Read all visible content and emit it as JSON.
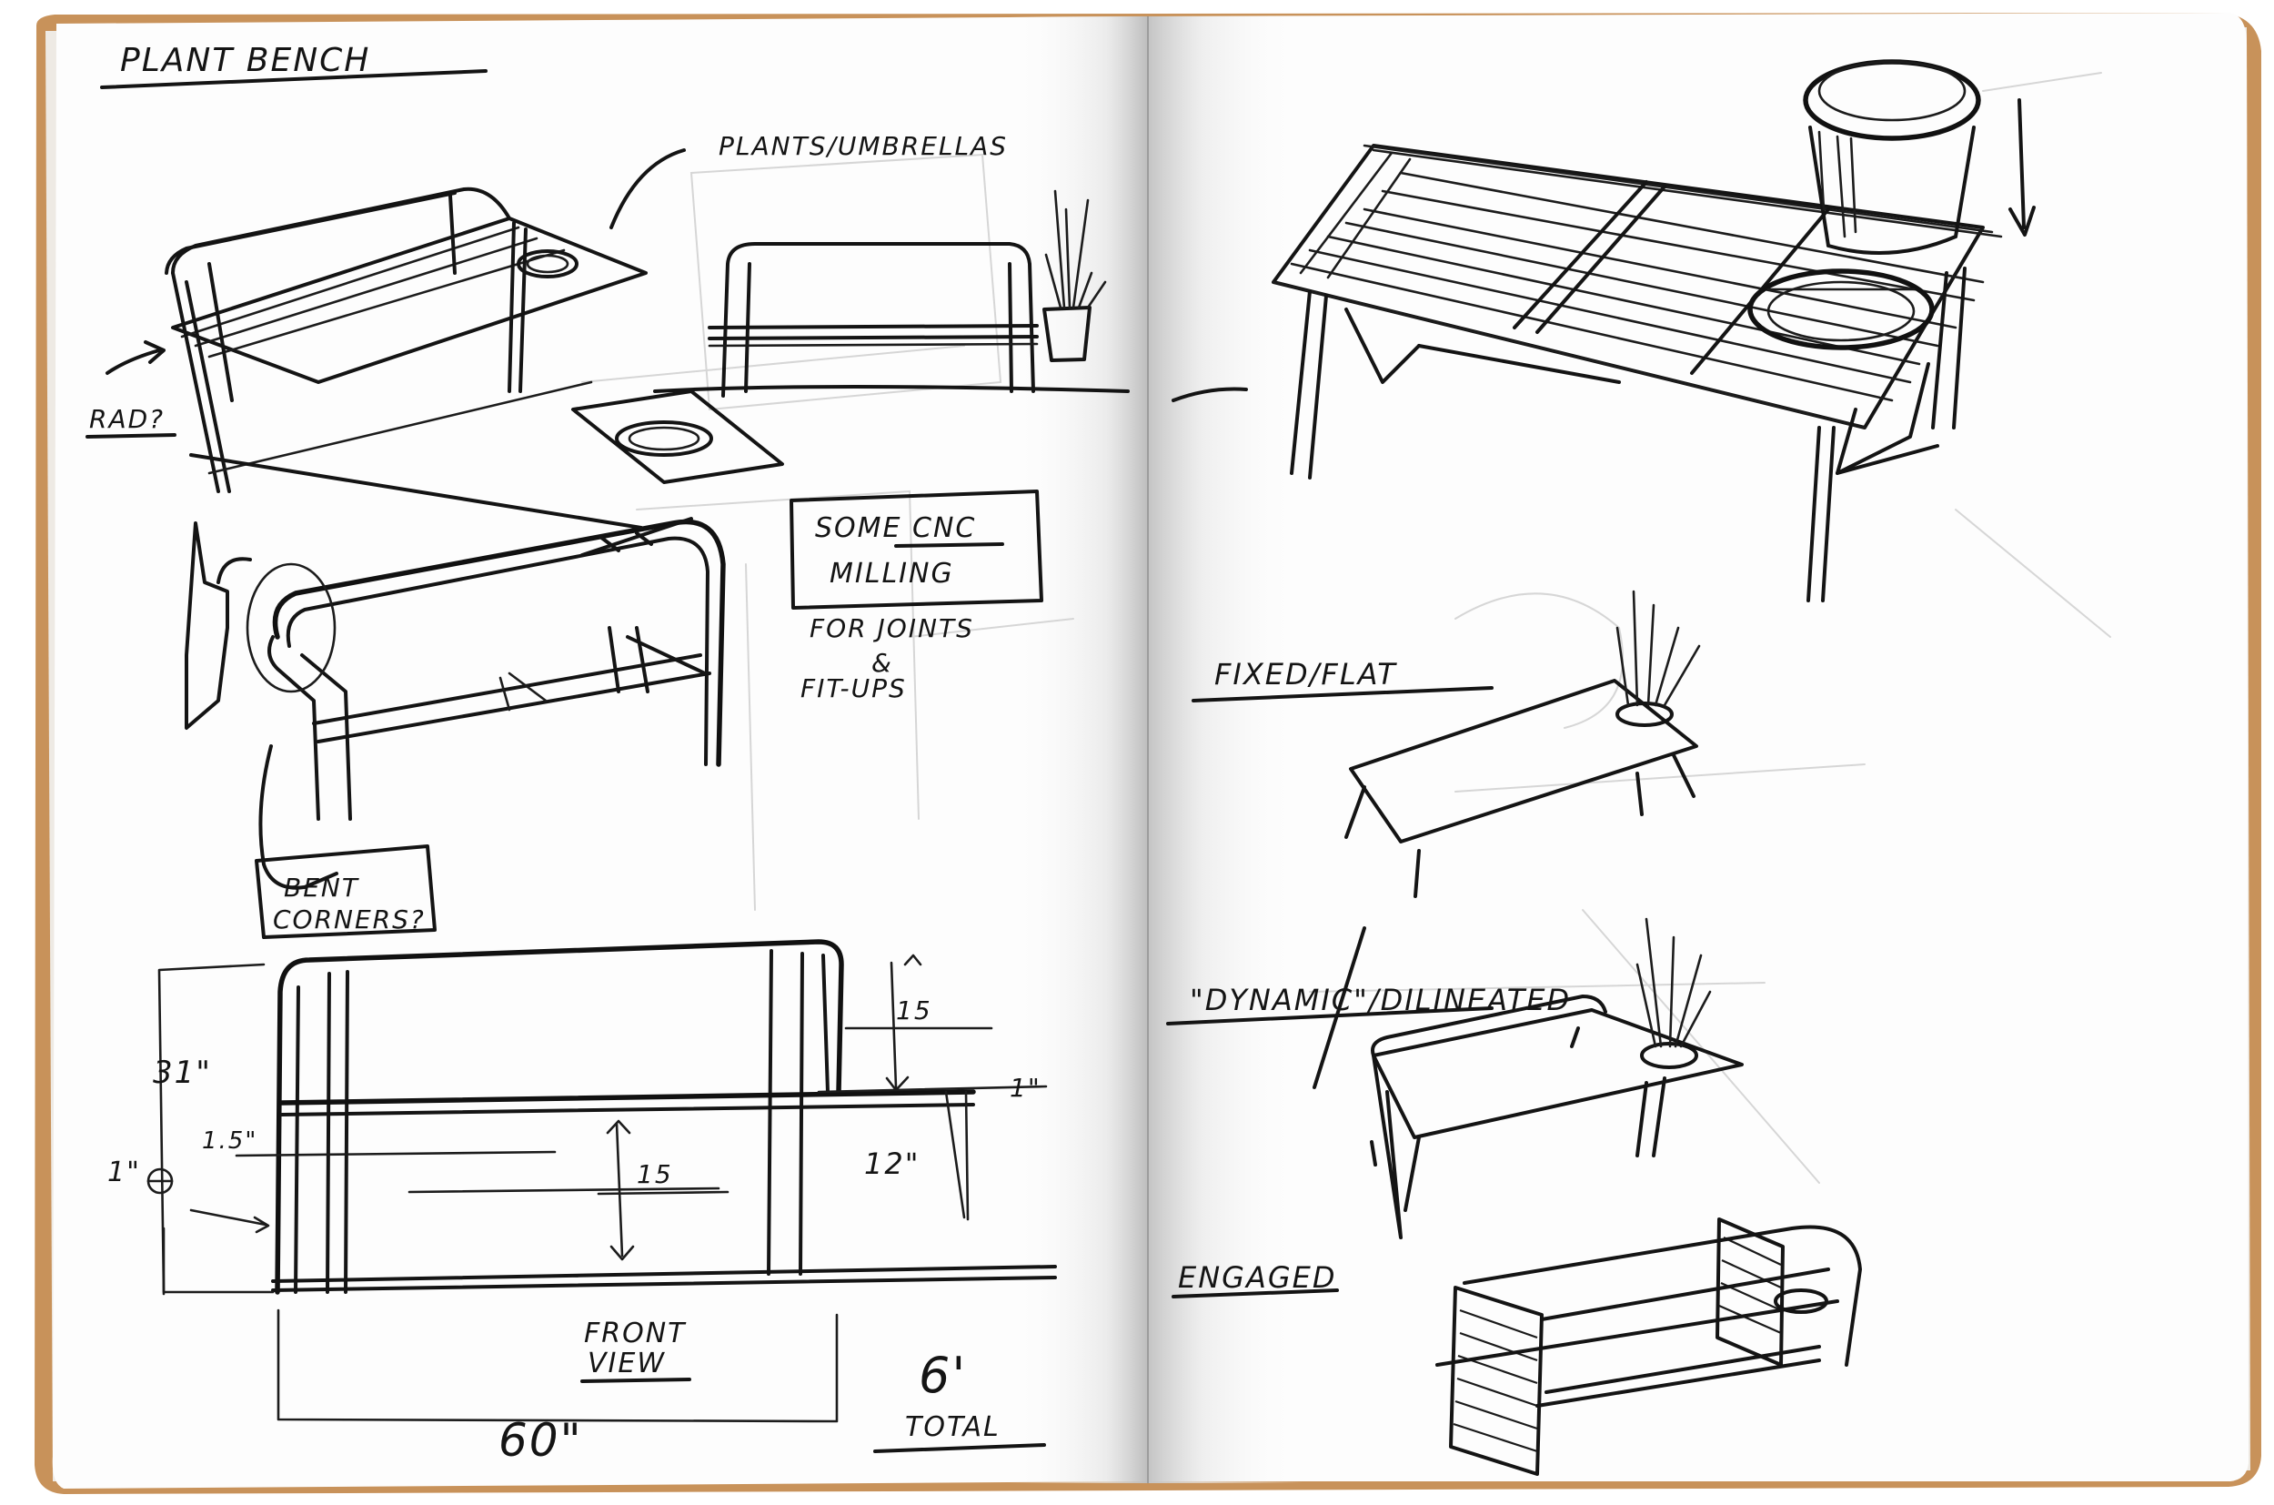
{
  "sketchbook": {
    "colors": {
      "cover": "#c8925a",
      "paper": "#fdfdfd",
      "ink": "#141414",
      "pencil": "#d6d6d6",
      "gutter_shadow": "#c9c9c9"
    },
    "left_page": {
      "title": "PLANT BENCH",
      "notes": {
        "plants_umbrellas": "PLANTS/UMBRELLAS",
        "rad": "RAD?",
        "cnc_line1": "SOME CNC",
        "cnc_line2": "MILLING",
        "joints_line1": "FOR JOINTS",
        "joints_line2": "&",
        "joints_line3": "FIT-UPS",
        "bent_line1": "BENT",
        "bent_line2": "CORNERS?"
      },
      "front_view": {
        "label_line1": "FRONT",
        "label_line2": "VIEW",
        "dimensions": {
          "height": "31\"",
          "top_gap": "15",
          "mid_gap": "15",
          "tube": "1.5\"",
          "rod": "1\"",
          "overhang": "1\"",
          "shelf_depth": "12\"",
          "width": "60\"",
          "total_line1": "6'",
          "total_line2": "TOTAL"
        }
      }
    },
    "right_page": {
      "labels": {
        "fixed_flat": "FIXED/FLAT",
        "dynamic": "\"DYNAMIC\"/DILINEATED",
        "engaged": "ENGAGED"
      }
    }
  }
}
